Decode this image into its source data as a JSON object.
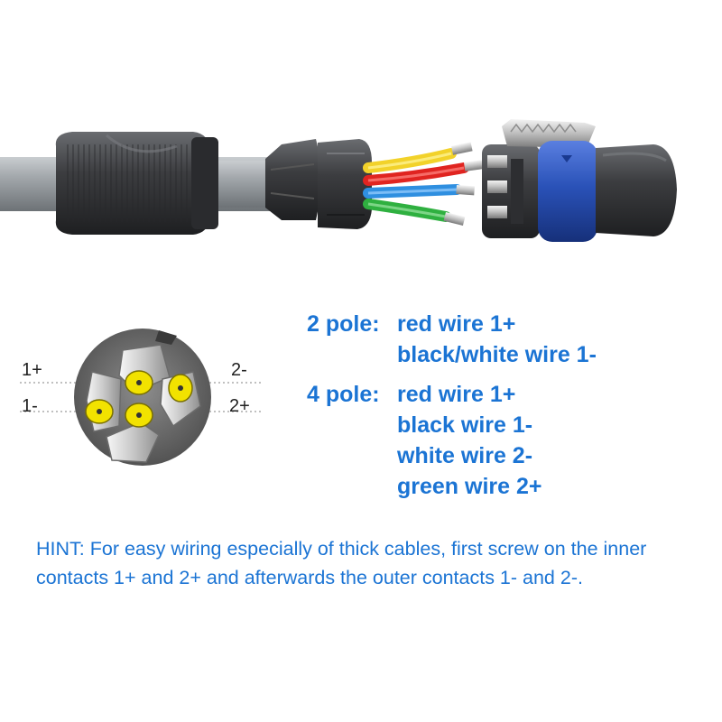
{
  "colors": {
    "text_blue": "#1b74d4",
    "cable_gray": "#9aa0a4",
    "housing_dark": "#3a3b3e",
    "collar_blue": "#2a52b8",
    "wire_yellow": "#f2d22a",
    "wire_red": "#e02420",
    "wire_blue": "#2f8fe0",
    "wire_green": "#2fb040",
    "contact_yellow": "#f2e200"
  },
  "pinout": {
    "label_1_plus": "1+",
    "label_1_minus": "1-",
    "label_2_minus": "2-",
    "label_2_plus": "2+"
  },
  "pole_2": {
    "heading": "2 pole:",
    "lines": [
      "red wire 1+",
      "black/white wire 1-"
    ]
  },
  "pole_4": {
    "heading": "4 pole:",
    "lines": [
      "red wire 1+",
      "black wire 1-",
      "white wire 2-",
      "green wire 2+"
    ]
  },
  "hint": "HINT: For easy wiring especially of thick cables, first screw on the inner contacts 1+ and 2+ and afterwards the outer contacts 1- and 2-.",
  "icons": [
    "speakon-cable-connector-illustration",
    "speakon-contact-pinout-icon"
  ]
}
